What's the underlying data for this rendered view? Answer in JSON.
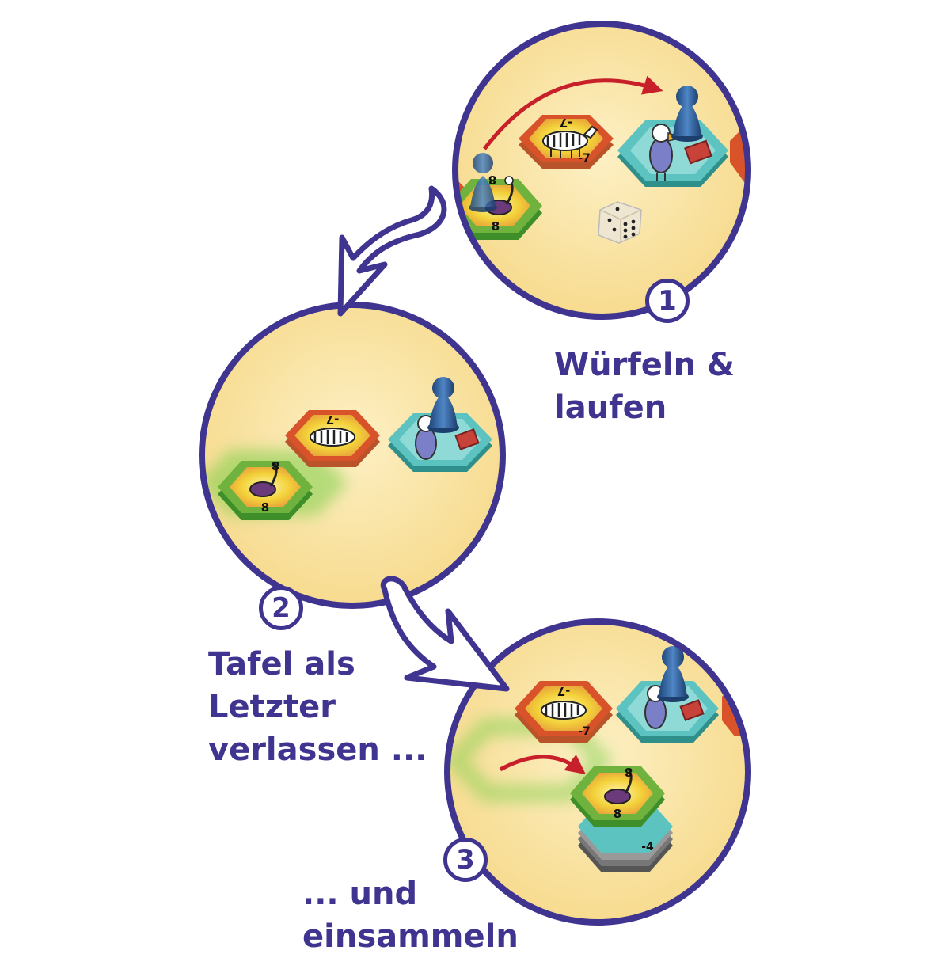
{
  "steps": [
    {
      "number": "1",
      "caption": [
        "Würfeln &",
        "laufen"
      ]
    },
    {
      "number": "2",
      "caption": [
        "Tafel als",
        "Letzter",
        "verlassen ..."
      ]
    },
    {
      "number": "3",
      "caption": [
        "... und",
        "einsammeln"
      ]
    }
  ],
  "tiles": {
    "tile_value_top": "8",
    "tile_value_bottom": "8",
    "zebra_value": "-7",
    "stack_value": "-4"
  },
  "dice_face": 6,
  "colors": {
    "outline": "#3f3590",
    "circle_fill": "#fbe6a6",
    "arrow_red": "#c8202a",
    "pawn_blue": "#2f5f98",
    "tile_green": "#6fb33e",
    "tile_red": "#d9532a",
    "tile_teal": "#5cc3c0"
  }
}
